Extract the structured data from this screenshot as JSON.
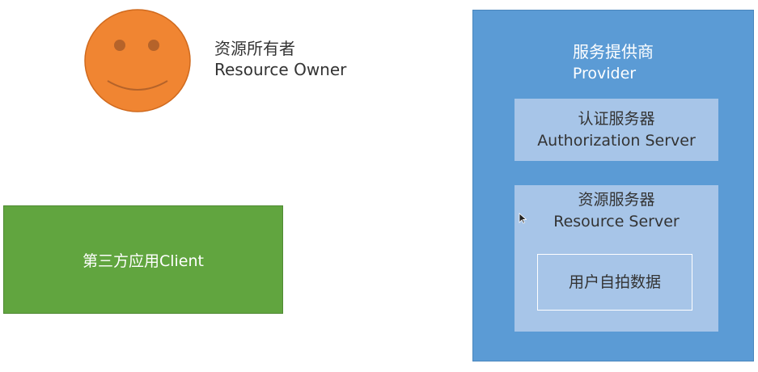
{
  "colors": {
    "owner": "#f08532",
    "client": "#61a53f",
    "provider": "#5b9bd5",
    "inner_box": "#a7c5e8"
  },
  "resource_owner": {
    "label_zh": "资源所有者",
    "label_en": "Resource Owner",
    "icon": "smiley-face-icon"
  },
  "client": {
    "label": "第三方应用Client"
  },
  "provider": {
    "title_zh": "服务提供商",
    "title_en": "Provider",
    "authorization_server": {
      "label_zh": "认证服务器",
      "label_en": "Authorization Server"
    },
    "resource_server": {
      "label_zh": "资源服务器",
      "label_en": "Resource Server",
      "data": {
        "label": "用户自拍数据"
      }
    }
  }
}
